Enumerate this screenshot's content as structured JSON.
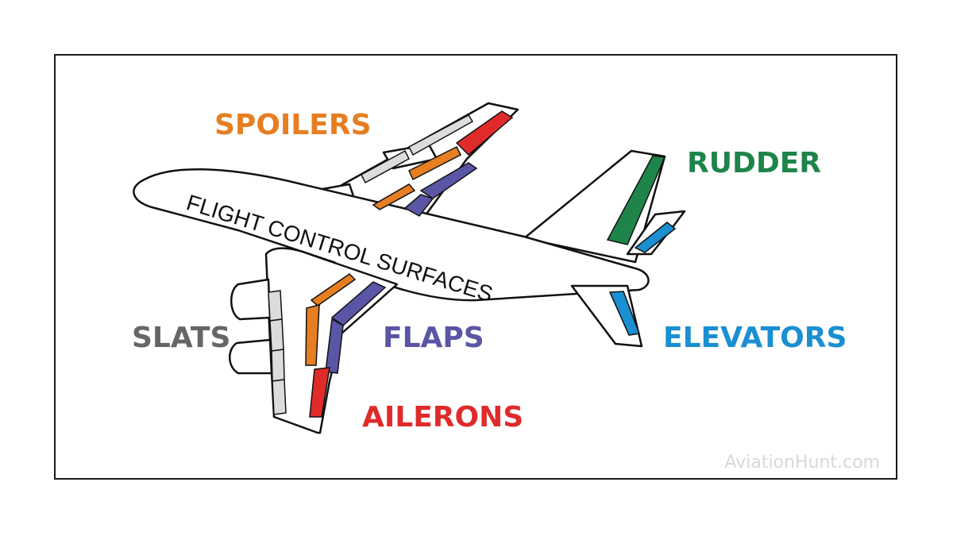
{
  "diagram": {
    "title": "FLIGHT CONTROL SURFACES",
    "watermark": "AviationHunt.com",
    "labels": {
      "spoilers": "SPOILERS",
      "rudder": "RUDDER",
      "slats": "SLATS",
      "flaps": "FLAPS",
      "elevators": "ELEVATORS",
      "ailerons": "AILERONS"
    },
    "colors": {
      "spoilers": "#e67e22",
      "rudder": "#1e8449",
      "slats": "#666666",
      "flaps": "#5b55a5",
      "elevators": "#1a8fd1",
      "ailerons": "#e02b2b",
      "slats_fill": "#dcdcdc",
      "outline": "#111111"
    }
  }
}
